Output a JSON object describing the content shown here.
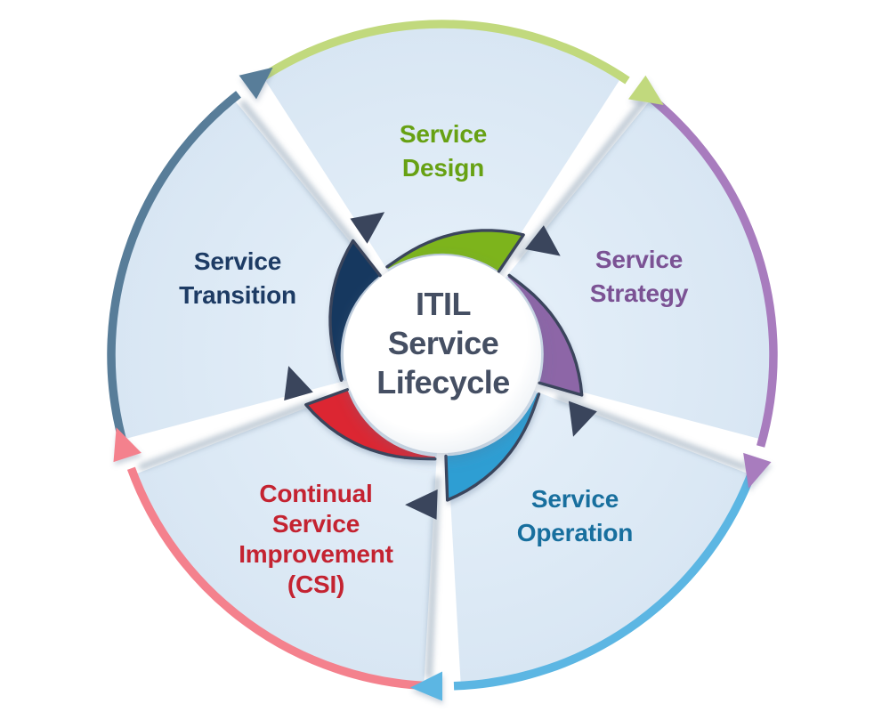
{
  "diagram_title": "ITIL Service Lifecycle",
  "center": {
    "lines": [
      "ITIL",
      "Service",
      "Lifecycle"
    ],
    "text_color": "#454f63",
    "circle_color": "#ffffff"
  },
  "segments": [
    {
      "id": "service-design",
      "label": "Service Design",
      "label_lines": [
        "Service",
        "Design"
      ],
      "text_color": "#67a113",
      "blade_color": "#7db41e",
      "arc_color": "#c1d97d"
    },
    {
      "id": "service-strategy",
      "label": "Service Strategy",
      "label_lines": [
        "Service",
        "Strategy"
      ],
      "text_color": "#7b5294",
      "blade_color": "#8d66a7",
      "arc_color": "#a87cbe"
    },
    {
      "id": "service-operation",
      "label": "Service Operation",
      "label_lines": [
        "Service",
        "Operation"
      ],
      "text_color": "#186f9e",
      "blade_color": "#2f9ed3",
      "arc_color": "#5cb6e3"
    },
    {
      "id": "continual-service-improvement",
      "label": "Continual Service Improvement (CSI)",
      "label_lines": [
        "Continual",
        "Service",
        "Improvement",
        "(CSI)"
      ],
      "text_color": "#c42331",
      "blade_color": "#dc2630",
      "arc_color": "#f4818d"
    },
    {
      "id": "service-transition",
      "label": "Service Transition",
      "label_lines": [
        "Service",
        "Transition"
      ],
      "text_color": "#1d3b64",
      "blade_color": "#15395f",
      "arc_color": "#587d99"
    }
  ],
  "colors": {
    "background": "#ffffff",
    "petal": "#dcebf6",
    "dark_arrow": "#3a455c",
    "blade_outline": "#3a455c"
  }
}
